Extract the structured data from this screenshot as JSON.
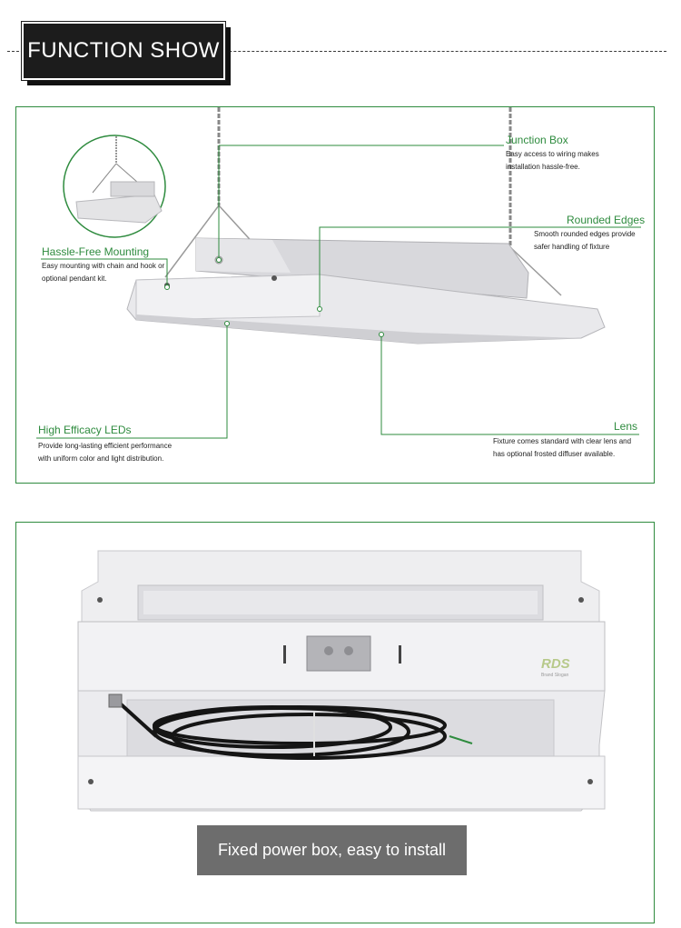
{
  "header": {
    "title": "FUNCTION SHOW"
  },
  "features": {
    "junction_box": {
      "title": "Junction Box",
      "desc_line1": "Easy access to wiring makes",
      "desc_line2": "installation hassle-free."
    },
    "rounded_edges": {
      "title": "Rounded Edges",
      "desc_line1": "Smooth rounded edges provide",
      "desc_line2": "safer handling of fixture"
    },
    "mounting": {
      "title": "Hassle-Free Mounting",
      "desc_line1": "Easy mounting with chain and hook or",
      "desc_line2": "optional pendant kit."
    },
    "leds": {
      "title": "High Efficacy LEDs",
      "desc_line1": "Provide long-lasting efficient performance",
      "desc_line2": "with uniform color and light distribution."
    },
    "lens": {
      "title": "Lens",
      "desc_line1": "Fixture comes standard with clear lens and",
      "desc_line2": "has optional frosted diffuser available."
    }
  },
  "product2": {
    "logo_text": "RDS",
    "logo_sub": "Brand Slogan"
  },
  "caption": "Fixed power box, easy to install",
  "colors": {
    "accent": "#2e8b3e",
    "header_bg": "#1c1c1c",
    "caption_bg": "#6d6d6d"
  }
}
